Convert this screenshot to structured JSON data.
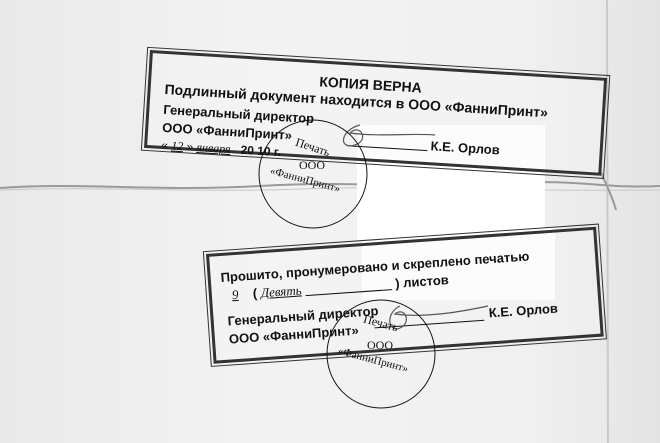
{
  "stamp_certified_copy": {
    "title": "КОПИЯ ВЕРНА",
    "line1": "Подлинный документ находится в ООО «ФанниПринт»",
    "position": "Генеральный директор",
    "company": "ООО «ФанниПринт»",
    "date_open_quote": "«",
    "day": "12",
    "date_close_quote": "»",
    "month": "января",
    "year": "20 10",
    "year_suffix": "г.",
    "signatory": "К.Е. Орлов"
  },
  "stamp_bound": {
    "line1": "Прошито, пронумеровано и скреплено печатью",
    "count_number": "9",
    "open_paren": "(",
    "count_words": "Девять",
    "close_suffix": ") листов",
    "position": "Генеральный директор",
    "company": "ООО «ФанниПринт»",
    "signatory": "К.Е. Орлов"
  },
  "seal": {
    "line1": "Печать",
    "line2": "ООО",
    "line3": "«ФанниПринт»"
  }
}
